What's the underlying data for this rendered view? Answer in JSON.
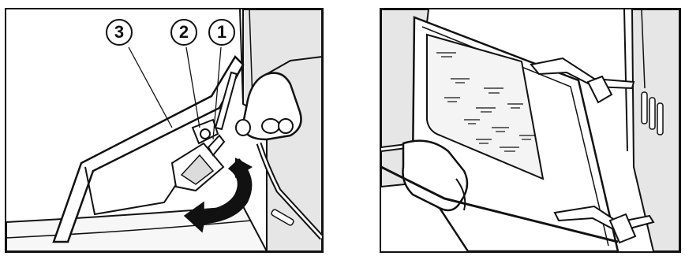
{
  "callouts": [
    {
      "id": "callout-3",
      "label": "3"
    },
    {
      "id": "callout-2",
      "label": "2"
    },
    {
      "id": "callout-1",
      "label": "1"
    }
  ],
  "colors": {
    "line": "#111111",
    "wall_shade": "#e3e3e3",
    "glass": "#f4f4f4",
    "arrow": "#111111"
  },
  "icons": [
    "rotation-arrow-icon",
    "hand-icon"
  ]
}
